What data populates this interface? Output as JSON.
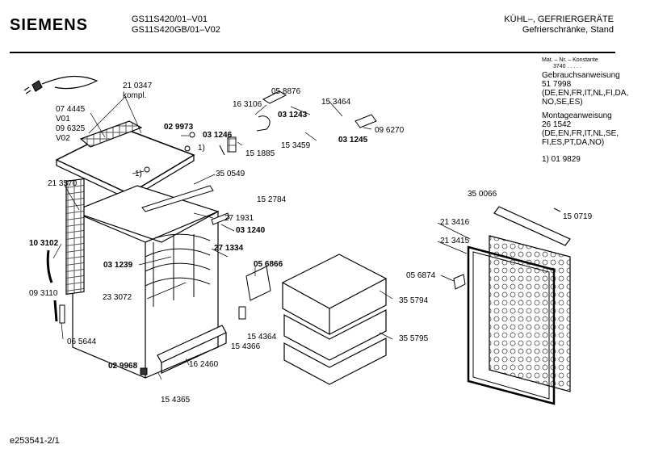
{
  "header": {
    "logo": "SIEMENS",
    "model_1": "GS11S420/01–V01",
    "model_2": "GS11S420GB/01–V02",
    "category": "KÜHL–, GEFRIERGERÄTE",
    "subcategory": "Gefrierschränke, Stand"
  },
  "info_panel": {
    "mat_label": "Mat. – Nr. – Konstante",
    "mat_value": "3740  .  .  .  .  .",
    "manual_title": "Gebrauchsanweisung",
    "manual_number": "51 7998",
    "manual_langs_1": "(DE,EN,FR,IT,NL,FI,DA,",
    "manual_langs_2": "NO,SE,ES)",
    "install_title": "Montageanweisung",
    "install_number": "26 1542",
    "install_langs_1": "(DE,EN,FR,IT,NL,SE,",
    "install_langs_2": "FI,ES,PT,DA,NO)",
    "footnote": "1)  01 9829"
  },
  "parts": {
    "p210347": "21  0347",
    "kompl": "kompl.",
    "p074445": "07 4445",
    "v01": "V01",
    "p096325": "09 6325",
    "v02": "V02",
    "p029973": "02 9973",
    "note1a": "1)",
    "note1b": "1)",
    "p031246": "03 1246",
    "p163106": "16 3106",
    "p058876": "05 8876",
    "p031243": "03 1243",
    "p151885": "15 1885",
    "p153459": "15 3459",
    "p153464": "15 3464",
    "p096270": "09 6270",
    "p031245": "03 1245",
    "p213570": "21 3570",
    "p350549": "35 0549",
    "p152784": "15 2784",
    "p271931": "27 1931",
    "p031240": "03 1240",
    "p103102": "10 3102",
    "p271334": "27 1334",
    "p031239": "03 1239",
    "p056866": "05 6866",
    "p093110": "09 3110",
    "p233072": "23 3072",
    "p065644": "06 5644",
    "p154364": "15 4364",
    "p154366": "15 4366",
    "p355794": "35 5794",
    "p355795": "35 5795",
    "p029968": "02 9968",
    "p162460": "16 2460",
    "p154365": "15 4365",
    "p350066": "35 0066",
    "p150719": "15 0719",
    "p213416": "21 3416",
    "p213415": "21 3415",
    "p056874": "05 6874"
  },
  "footer": {
    "doc_id": "e253541-2/1"
  }
}
